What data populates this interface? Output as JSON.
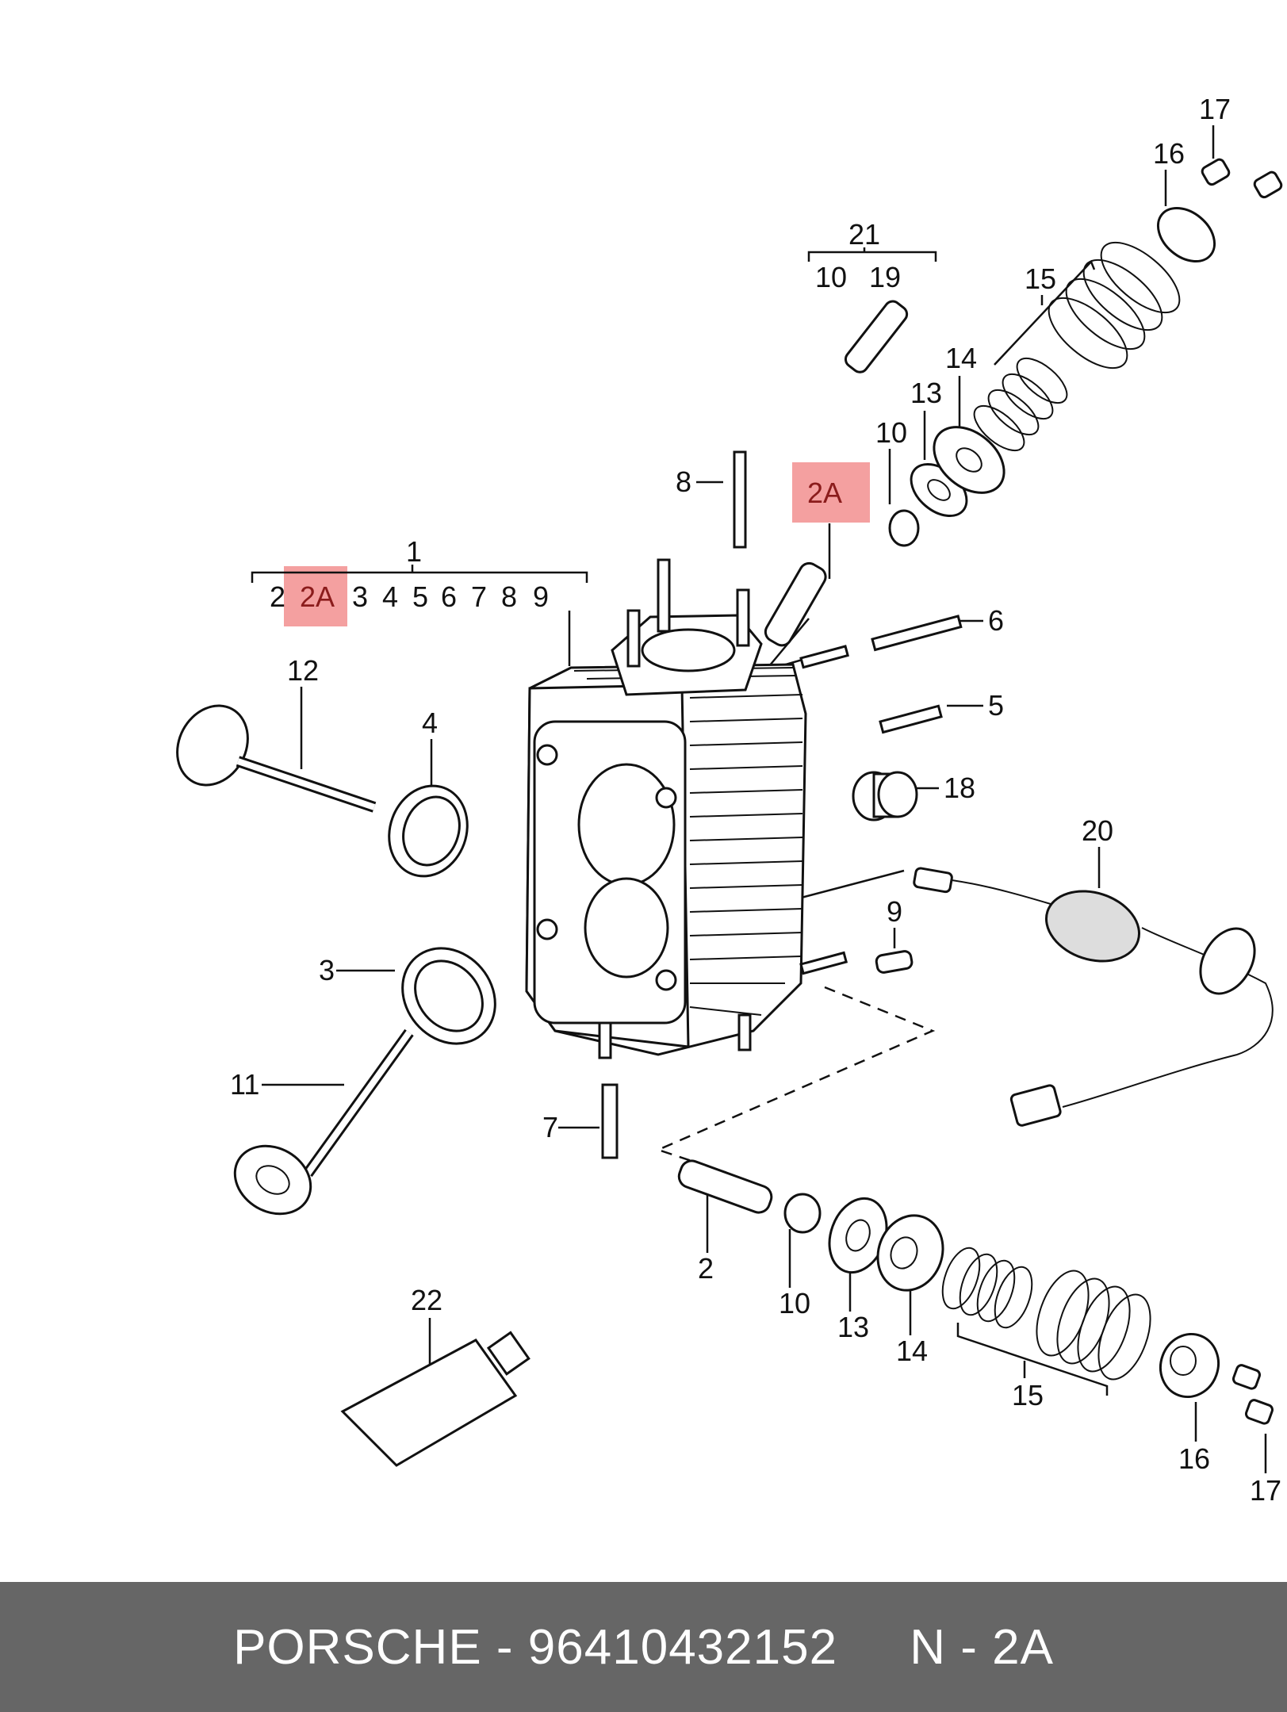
{
  "callouts": {
    "c1": "1",
    "group1": [
      "2",
      "2A",
      "3",
      "4",
      "5",
      "6",
      "7",
      "8",
      "9"
    ],
    "c2A": "2A",
    "c21": "21",
    "group21": [
      "10",
      "19"
    ],
    "c17a": "17",
    "c16a": "16",
    "c15a": "15",
    "c14a": "14",
    "c13a": "13",
    "c10a": "10",
    "c8": "8",
    "c6": "6",
    "c5": "5",
    "c18": "18",
    "c20": "20",
    "c12": "12",
    "c4": "4",
    "c9": "9",
    "c3": "3",
    "c11": "11",
    "c7": "7",
    "c2": "2",
    "c10b": "10",
    "c13b": "13",
    "c14b": "14",
    "c22": "22",
    "c15b": "15",
    "c16b": "16",
    "c17b": "17"
  },
  "highlight_color": "#f4a0a0",
  "footer": {
    "brand": "PORSCHE",
    "sep1": " - ",
    "part_number": "96410432152",
    "gap": "     ",
    "ref": "N - 2A"
  }
}
